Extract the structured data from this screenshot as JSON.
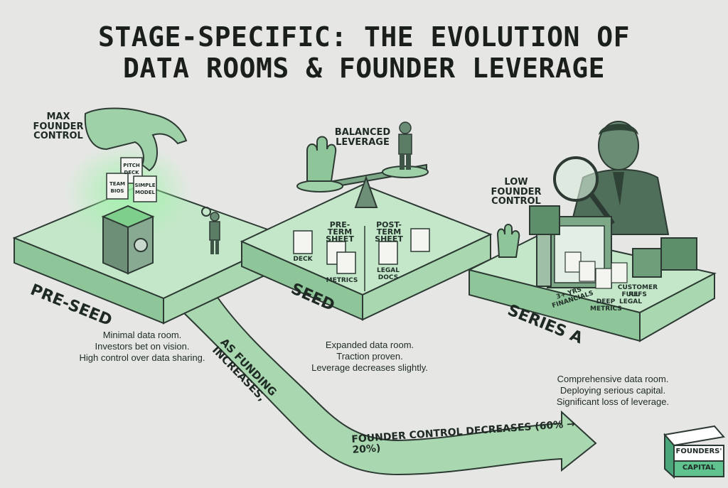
{
  "title": {
    "line1": "STAGE-SPECIFIC: THE EVOLUTION OF",
    "line2": "DATA ROOMS & FOUNDER LEVERAGE"
  },
  "stages": {
    "preseed": {
      "name": "PRE-SEED",
      "control_label": [
        "MAX",
        "FOUNDER",
        "CONTROL"
      ],
      "docs": [
        "PITCH DECK",
        "TEAM BIOS",
        "SIMPLE MODEL"
      ],
      "description": [
        "Minimal data room.",
        "Investors bet on vision.",
        "High control over data sharing."
      ]
    },
    "seed": {
      "name": "SEED",
      "control_label": [
        "BALANCED",
        "LEVERAGE"
      ],
      "pre_term": "PRE-TERM SHEET",
      "post_term": "POST-TERM SHEET",
      "docs": [
        "DECK",
        "METRICS",
        "LEGAL DOCS"
      ],
      "description": [
        "Expanded data room.",
        "Traction proven.",
        "Leverage decreases slightly."
      ]
    },
    "series_a": {
      "name": "SERIES A",
      "control_label": [
        "LOW",
        "FOUNDER",
        "CONTROL"
      ],
      "docs": [
        "3+ YRS FINANCIALS",
        "DEEP METRICS",
        "FULL LEGAL",
        "CUSTOMER REFS"
      ],
      "description": [
        "Comprehensive data room.",
        "Deploying serious capital.",
        "Significant loss of leverage."
      ]
    }
  },
  "arrow": {
    "part1": "AS FUNDING INCREASES,",
    "part2": "FOUNDER CONTROL DECREASES (60% → 20%)"
  },
  "logo": {
    "line1": "FOUNDERS'",
    "line2": "CAPITAL"
  },
  "colors": {
    "green_light": "#bfe3c4",
    "green_mid": "#9fd1a8",
    "green_dark": "#5d8f6a",
    "ink": "#1f2a24",
    "bg": "#e6e7e5"
  }
}
